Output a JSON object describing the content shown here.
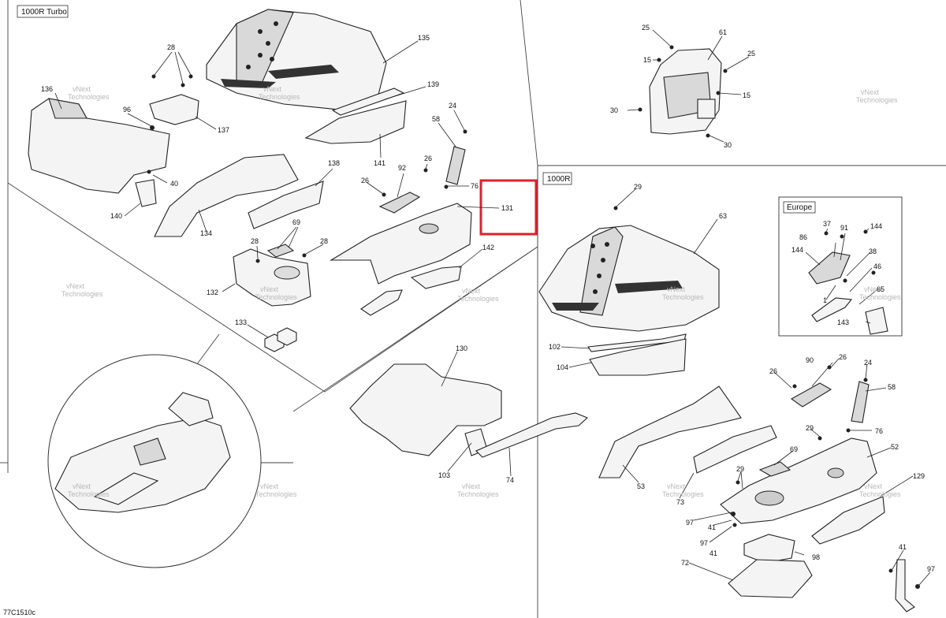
{
  "sections": {
    "turbo": "1000R Turbo",
    "base": "1000R",
    "europe": "Europe"
  },
  "diagram_code": "77C1510c",
  "watermark": [
    "vNext",
    "Technologies"
  ],
  "highlight_color": "#e0202a",
  "highlighted_part": "131",
  "parts": {
    "p135": "135",
    "p28a": "28",
    "p139": "139",
    "p136": "136",
    "p96": "96",
    "p137": "137",
    "p24a": "24",
    "p58a": "58",
    "p141": "141",
    "p40": "40",
    "p138": "138",
    "p26a": "26",
    "p92": "92",
    "p26b": "26",
    "p76a": "76",
    "p131": "131",
    "p140": "140",
    "p134": "134",
    "p28b": "28",
    "p69a": "69",
    "p28c": "28",
    "p142": "142",
    "p132": "132",
    "p133": "133",
    "p25a": "25",
    "p61": "61",
    "p15a": "15",
    "p25b": "25",
    "p15b": "15",
    "p30a": "30",
    "p30b": "30",
    "p29a": "29",
    "p63": "63",
    "p37": "37",
    "p91": "91",
    "p144a": "144",
    "p86": "86",
    "p144b": "144",
    "p38": "38",
    "p46": "46",
    "p1": "1",
    "p65": "65",
    "p143": "143",
    "p102": "102",
    "p104": "104",
    "p130": "130",
    "p26c": "26",
    "p90": "90",
    "p26d": "26",
    "p24b": "24",
    "p58b": "58",
    "p29b": "29",
    "p76b": "76",
    "p69b": "69",
    "p52": "52",
    "p103": "103",
    "p74": "74",
    "p53": "53",
    "p29c": "29",
    "p129": "129",
    "p73": "73",
    "p97a": "97",
    "p41a": "41",
    "p97b": "97",
    "p41b": "41",
    "p98": "98",
    "p72": "72",
    "p41c": "41",
    "p97c": "97"
  }
}
